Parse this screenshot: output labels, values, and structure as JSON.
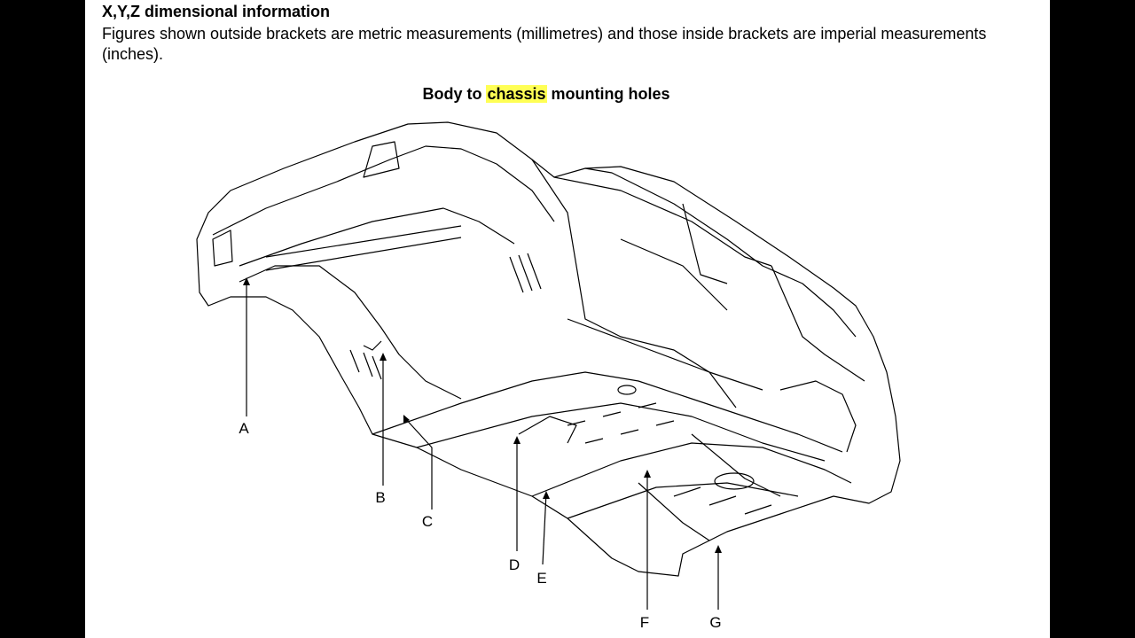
{
  "heading": "X,Y,Z dimensional information",
  "paragraph": "Figures shown outside brackets are metric measurements (millimetres) and those inside brackets are imperial measurements (inches).",
  "figure": {
    "title_before": "Body to ",
    "title_highlight": "chassis",
    "title_after": " mounting holes",
    "highlight_color": "#ffff55",
    "callouts": [
      "A",
      "B",
      "C",
      "D",
      "E",
      "F",
      "G"
    ]
  }
}
